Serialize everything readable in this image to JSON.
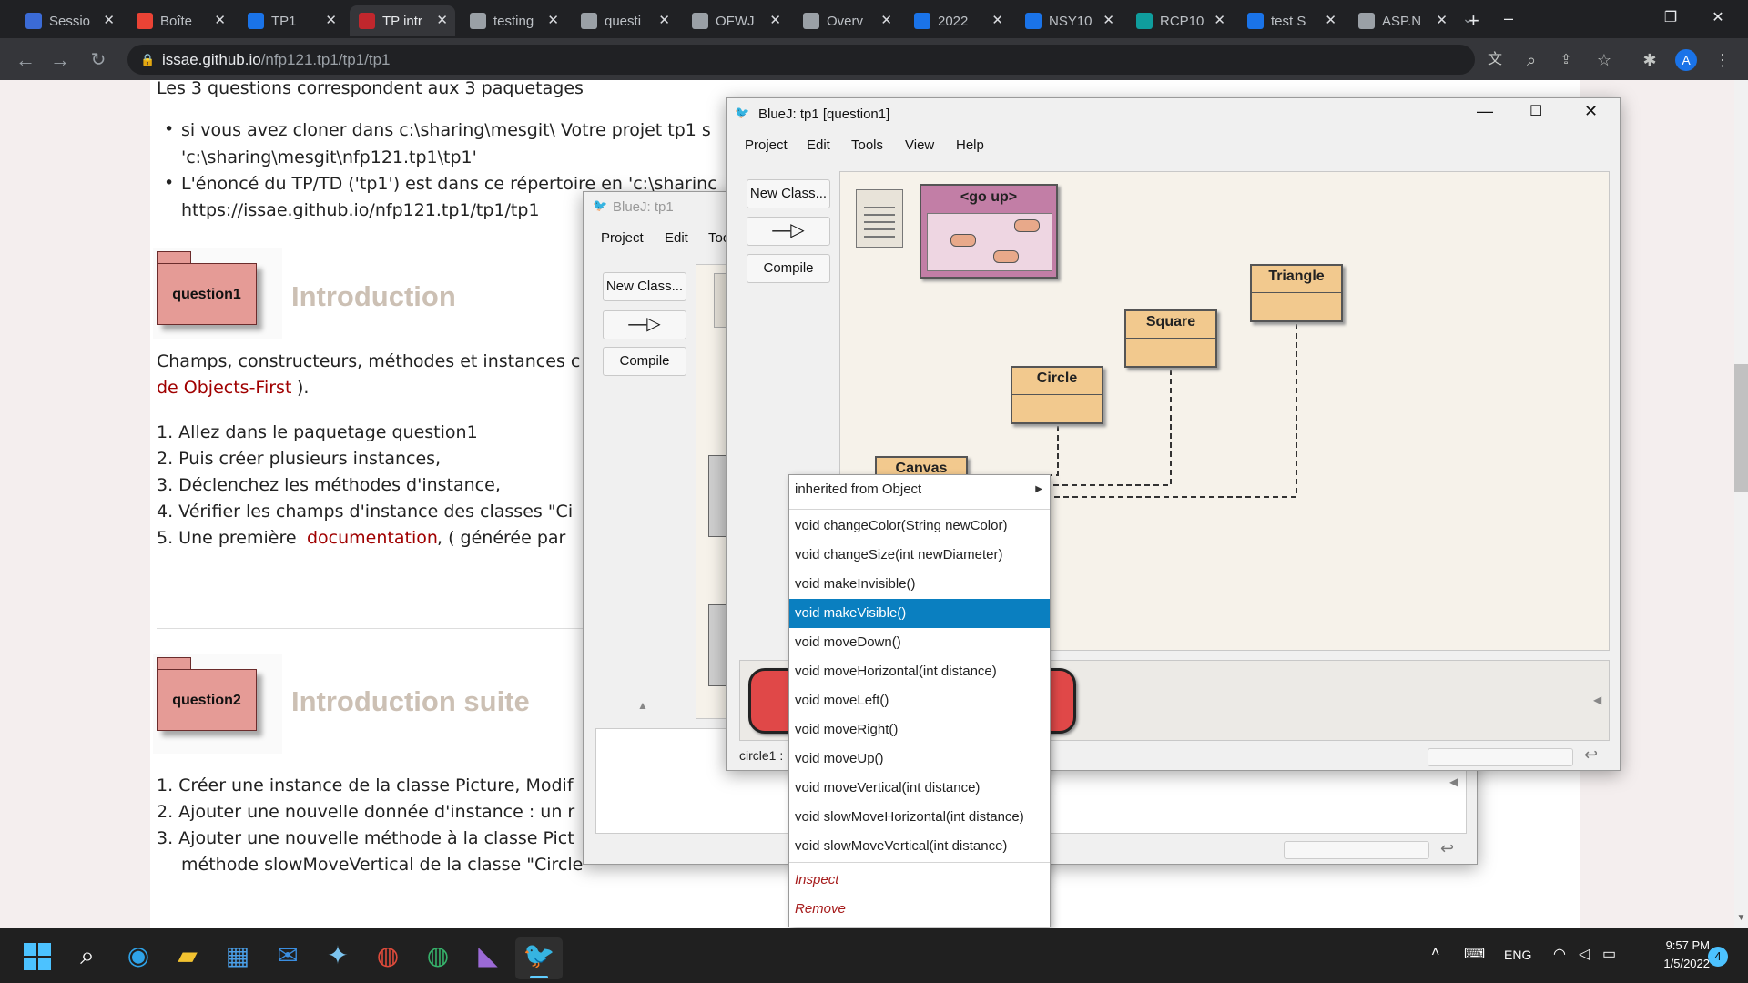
{
  "browser": {
    "tabs": [
      {
        "title": "Sessio",
        "icon": "shield-icon",
        "color": "#3b6bd6"
      },
      {
        "title": "Boîte",
        "icon": "gmail-icon",
        "color": "#ea4335"
      },
      {
        "title": "TP1",
        "icon": "classroom-icon",
        "color": "#1a73e8"
      },
      {
        "title": "TP intr",
        "icon": "cnam-icon",
        "color": "#c1272d"
      },
      {
        "title": "testing",
        "icon": "globe-icon",
        "color": "#9aa0a6"
      },
      {
        "title": "questi",
        "icon": "globe-icon",
        "color": "#9aa0a6"
      },
      {
        "title": "OFWJ",
        "icon": "globe-icon",
        "color": "#9aa0a6"
      },
      {
        "title": "Overv",
        "icon": "globe-icon",
        "color": "#9aa0a6"
      },
      {
        "title": "2022",
        "icon": "classroom-icon",
        "color": "#1a73e8"
      },
      {
        "title": "NSY10",
        "icon": "classroom-icon",
        "color": "#1a73e8"
      },
      {
        "title": "RCP10",
        "icon": "classroom-icon",
        "color": "#0f9d9d"
      },
      {
        "title": "test S",
        "icon": "classroom-icon",
        "color": "#1a73e8"
      },
      {
        "title": "ASP.N",
        "icon": "translate-icon",
        "color": "#9aa0a6"
      }
    ],
    "url_host": "issae.github.io",
    "url_path": "/nfp121.tp1/tp1/tp1",
    "profile_initial": "A"
  },
  "page": {
    "intro_line": "Les 3 questions correspondent aux 3 paquetages",
    "bullets": [
      "si vous avez cloner dans c:\\sharing\\mesgit\\ Votre projet tp1 s",
      "'c:\\sharing\\mesgit\\nfp121.tp1\\tp1'",
      "L'énoncé du TP/TD ('tp1') est dans ce répertoire en 'c:\\sharinc",
      "https://issae.github.io/nfp121.tp1/tp1/tp1"
    ],
    "q1_folder": "question1",
    "q1_heading": "Introduction",
    "q1_para_a": "Champs, constructeurs, méthodes et instances c",
    "q1_para_link": "de Objects-First",
    "q1_para_b": ").",
    "q1_steps": [
      "1. Allez dans le paquetage question1",
      "2. Puis créer plusieurs instances,",
      "3. Déclenchez les méthodes d'instance,",
      "4. Vérifier les champs d'instance des classes \"Ci",
      "5. Une première "
    ],
    "q1_step5_link": "documentation",
    "q1_step5_tail": " , ( générée par",
    "q2_folder": "question2",
    "q2_heading": "Introduction suite",
    "q2_steps": [
      "1. Créer une instance de la classe Picture, Modif",
      "2. Ajouter une nouvelle donnée d'instance : un r",
      "3. Ajouter une nouvelle méthode à la classe Pict",
      "méthode slowMoveVertical de la classe \"Circle"
    ]
  },
  "bluej_back": {
    "title": "BlueJ:  tp1",
    "menus": [
      "Project",
      "Edit",
      "Too"
    ],
    "new_class": "New Class...",
    "compile": "Compile"
  },
  "bluej_front": {
    "title": "BlueJ:  tp1  [question1]",
    "menus": [
      "Project",
      "Edit",
      "Tools",
      "View",
      "Help"
    ],
    "new_class": "New Class...",
    "compile": "Compile",
    "go_up": "<go up>",
    "classes": [
      "Triangle",
      "Square",
      "Circle",
      "Canvas"
    ],
    "status": "circle1 :"
  },
  "popup": {
    "inherited": "inherited from Object",
    "methods": [
      "void changeColor(String newColor)",
      "void changeSize(int newDiameter)",
      "void makeInvisible()",
      "void makeVisible()",
      "void moveDown()",
      "void moveHorizontal(int distance)",
      "void moveLeft()",
      "void moveRight()",
      "void moveUp()",
      "void moveVertical(int distance)",
      "void slowMoveHorizontal(int distance)",
      "void slowMoveVertical(int distance)"
    ],
    "selected": "void makeVisible()",
    "inspect": "Inspect",
    "remove": "Remove"
  },
  "taskbar": {
    "lang": "ENG",
    "time": "9:57 PM",
    "date": "1/5/2022",
    "notifications": "4"
  }
}
